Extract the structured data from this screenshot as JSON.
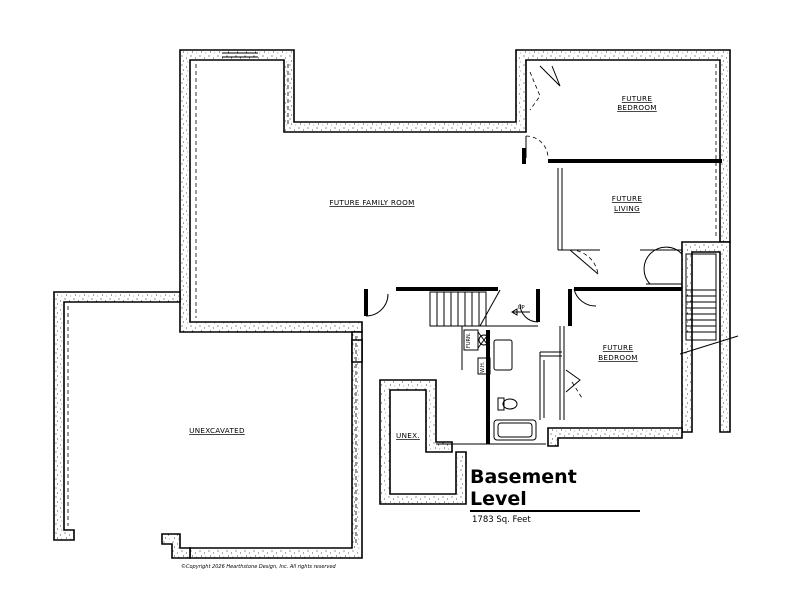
{
  "plan": {
    "title": "Basement Level",
    "area": "1783 Sq. Feet",
    "copyright": "©Copyright 2026 Hearthstone Design, Inc. All rights reserved",
    "rooms": {
      "future_bedroom_top": [
        "FUTURE",
        "BEDROOM"
      ],
      "future_family_room": "FUTURE FAMILY ROOM",
      "future_living": [
        "FUTURE",
        "LIVING"
      ],
      "future_bedroom_bottom": [
        "FUTURE",
        "BEDROOM"
      ],
      "unexcavated": "UNEXCAVATED",
      "unex": "UNEX."
    },
    "fixtures": {
      "furnace": "FURN.",
      "water_heater": "W.H.",
      "stair_up": "UP"
    }
  }
}
